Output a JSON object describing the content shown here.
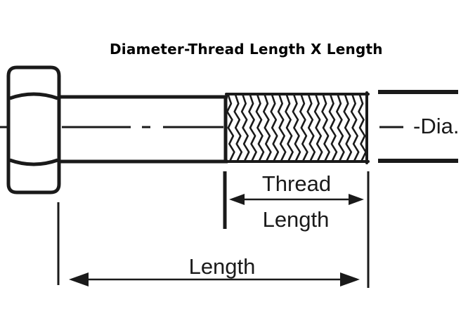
{
  "diagram": {
    "title": "Diameter-Thread Length X Length",
    "labels": {
      "diameter": "-Dia.",
      "thread_line1": "Thread",
      "thread_line2": "Length",
      "length": "Length"
    },
    "colors": {
      "line": "#1a1a1a",
      "background": "#ffffff"
    }
  }
}
